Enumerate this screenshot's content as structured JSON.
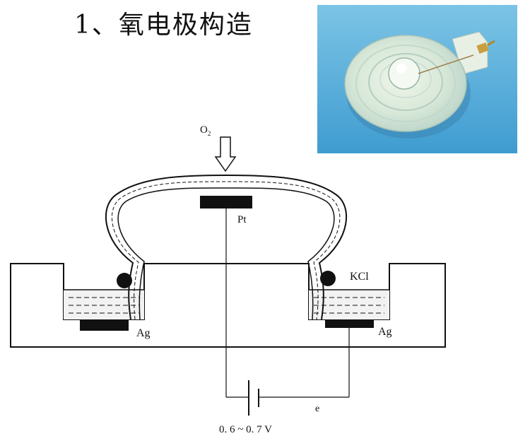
{
  "slide": {
    "title": "1、氧电极构造"
  },
  "photo": {
    "subject": "oxygen-electrode-photo"
  },
  "diagram": {
    "o2_label": "O",
    "o2_subscript": "2",
    "pt_label": "Pt",
    "kcl_label": "KCl",
    "ag_left_label": "Ag",
    "ag_right_label": "Ag",
    "electron_label": "e",
    "voltage_label": "0. 6 ~ 0. 7 V"
  },
  "colors": {
    "background": "#ffffff",
    "ink": "#111111",
    "photo_bg": "#58b0d8"
  }
}
